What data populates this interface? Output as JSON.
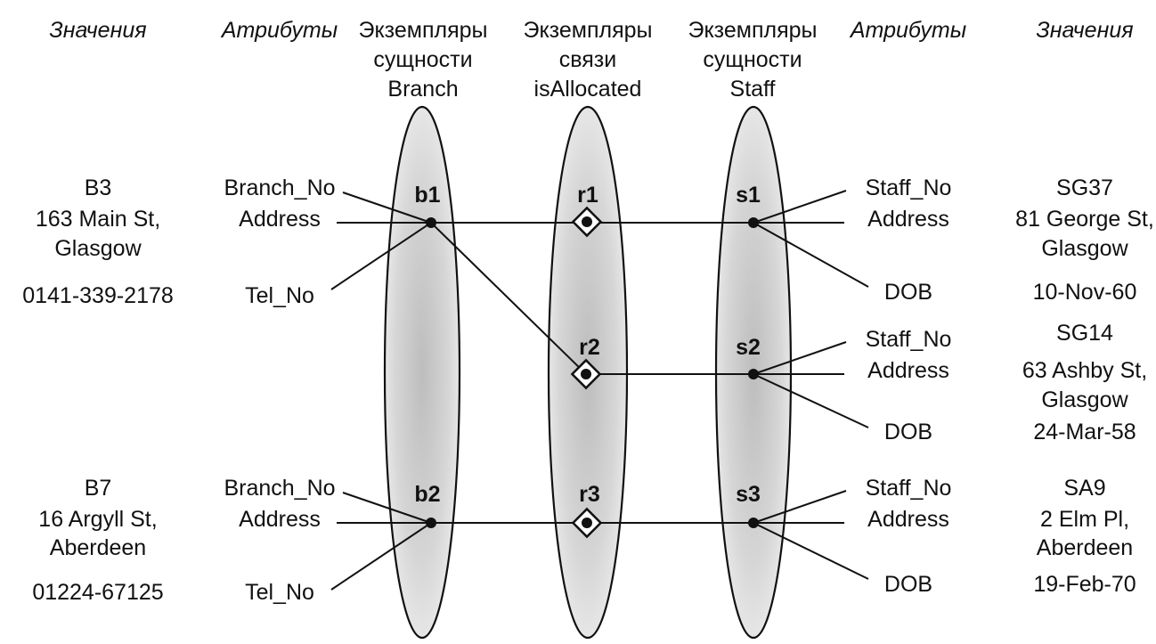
{
  "headers": {
    "values_left": "Значения",
    "attrs_left": "Атрибуты",
    "branch_entity": [
      "Экземпляры",
      "сущности",
      "Branch"
    ],
    "relationship": [
      "Экземпляры",
      "связи",
      "isAllocated"
    ],
    "staff_entity": [
      "Экземпляры",
      "сущности",
      "Staff"
    ],
    "attrs_right": "Атрибуты",
    "values_right": "Значения"
  },
  "branches": [
    {
      "id": "b1",
      "attributes": [
        "Branch_No",
        "Address",
        "Tel_No"
      ],
      "values": [
        "B3",
        "163 Main St,",
        "Glasgow",
        "0141-339-2178"
      ]
    },
    {
      "id": "b2",
      "attributes": [
        "Branch_No",
        "Address",
        "Tel_No"
      ],
      "values": [
        "B7",
        "16 Argyll St,",
        "Aberdeen",
        "01224-67125"
      ]
    }
  ],
  "relationships": [
    {
      "id": "r1",
      "branch": "b1",
      "staff": "s1"
    },
    {
      "id": "r2",
      "branch": "b1",
      "staff": "s2"
    },
    {
      "id": "r3",
      "branch": "b2",
      "staff": "s3"
    }
  ],
  "staff": [
    {
      "id": "s1",
      "attributes": [
        "Staff_No",
        "Address",
        "DOB"
      ],
      "values": [
        "SG37",
        "81 George St,",
        "Glasgow",
        "10-Nov-60"
      ]
    },
    {
      "id": "s2",
      "attributes": [
        "Staff_No",
        "Address",
        "DOB"
      ],
      "values": [
        "SG14",
        "63 Ashby St,",
        "Glasgow",
        "24-Mar-58"
      ]
    },
    {
      "id": "s3",
      "attributes": [
        "Staff_No",
        "Address",
        "DOB"
      ],
      "values": [
        "SA9",
        "2 Elm Pl,",
        "Aberdeen",
        "19-Feb-70"
      ]
    }
  ]
}
